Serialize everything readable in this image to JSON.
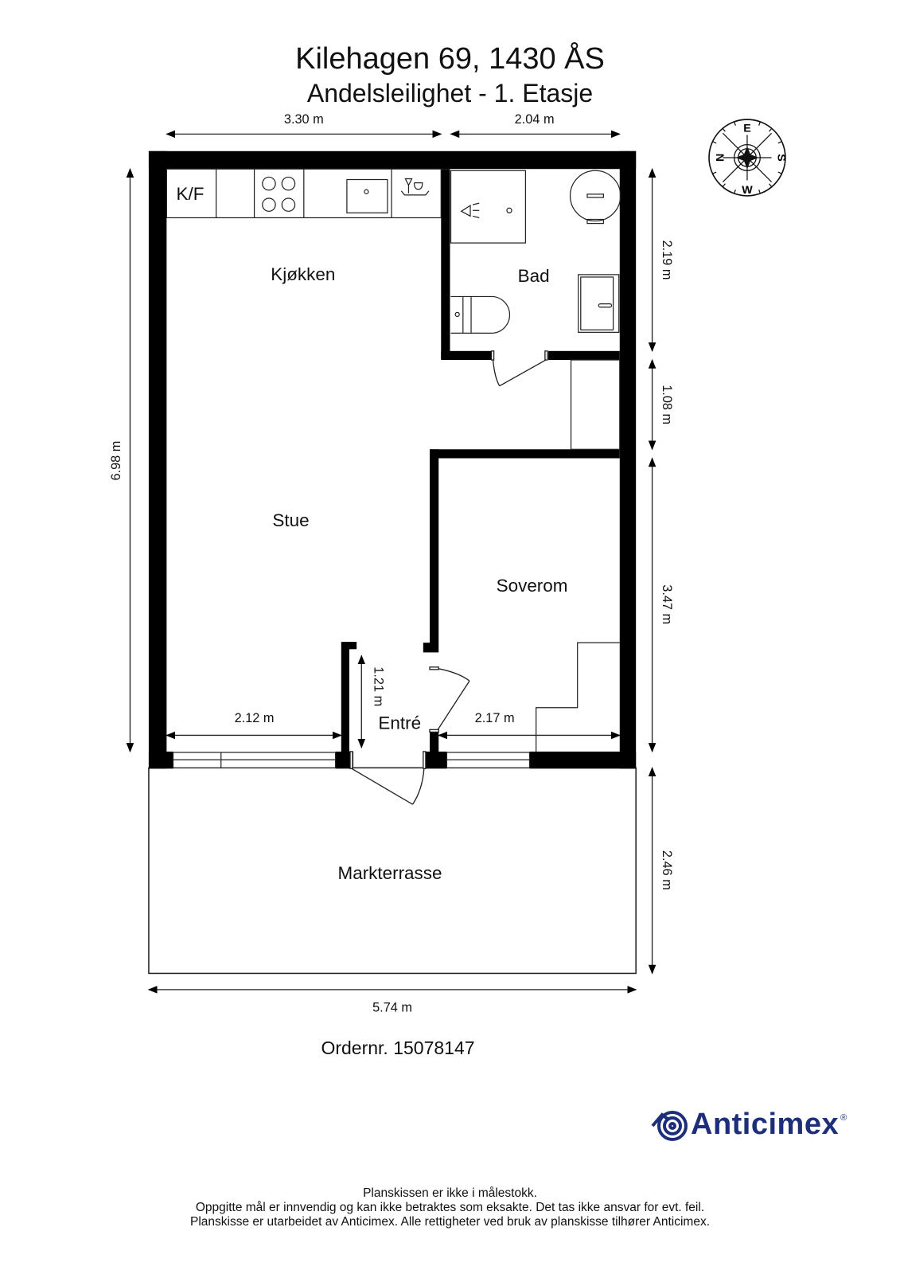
{
  "header": {
    "title": "Kilehagen 69, 1430 ÅS",
    "subtitle": "Andelsleilighet  - 1. Etasje"
  },
  "rooms": {
    "kitchen": "Kjøkken",
    "bathroom": "Bad",
    "living_room": "Stue",
    "bedroom": "Soverom",
    "entrance": "Entré",
    "terrace": "Markterrasse",
    "fridge_freezer": "K/F"
  },
  "dimensions": {
    "top_left": "3.30 m",
    "top_right": "2.04 m",
    "left_total": "6.98 m",
    "right_bath": "2.19 m",
    "right_hall": "1.08 m",
    "right_bedroom": "3.47 m",
    "right_terrace": "2.46 m",
    "bottom_total": "5.74 m",
    "living_width": "2.12 m",
    "bedroom_width": "2.17 m",
    "entrance_depth": "1.21 m"
  },
  "compass": {
    "north": "N",
    "east": "E",
    "south": "S",
    "west": "W"
  },
  "footer": {
    "order_number": "Ordernr. 15078147",
    "brand": "Anticimex",
    "brand_mark": "®",
    "brand_color": "#1d2f7a",
    "disclaimer_lines": [
      "Planskissen er ikke i målestokk.",
      "Oppgitte mål er innvendig og kan ikke betraktes som eksakte. Det tas ikke ansvar for evt. feil.",
      "Planskisse er utarbeidet av Anticimex. Alle rettigheter ved bruk av planskisse tilhører Anticimex."
    ]
  }
}
